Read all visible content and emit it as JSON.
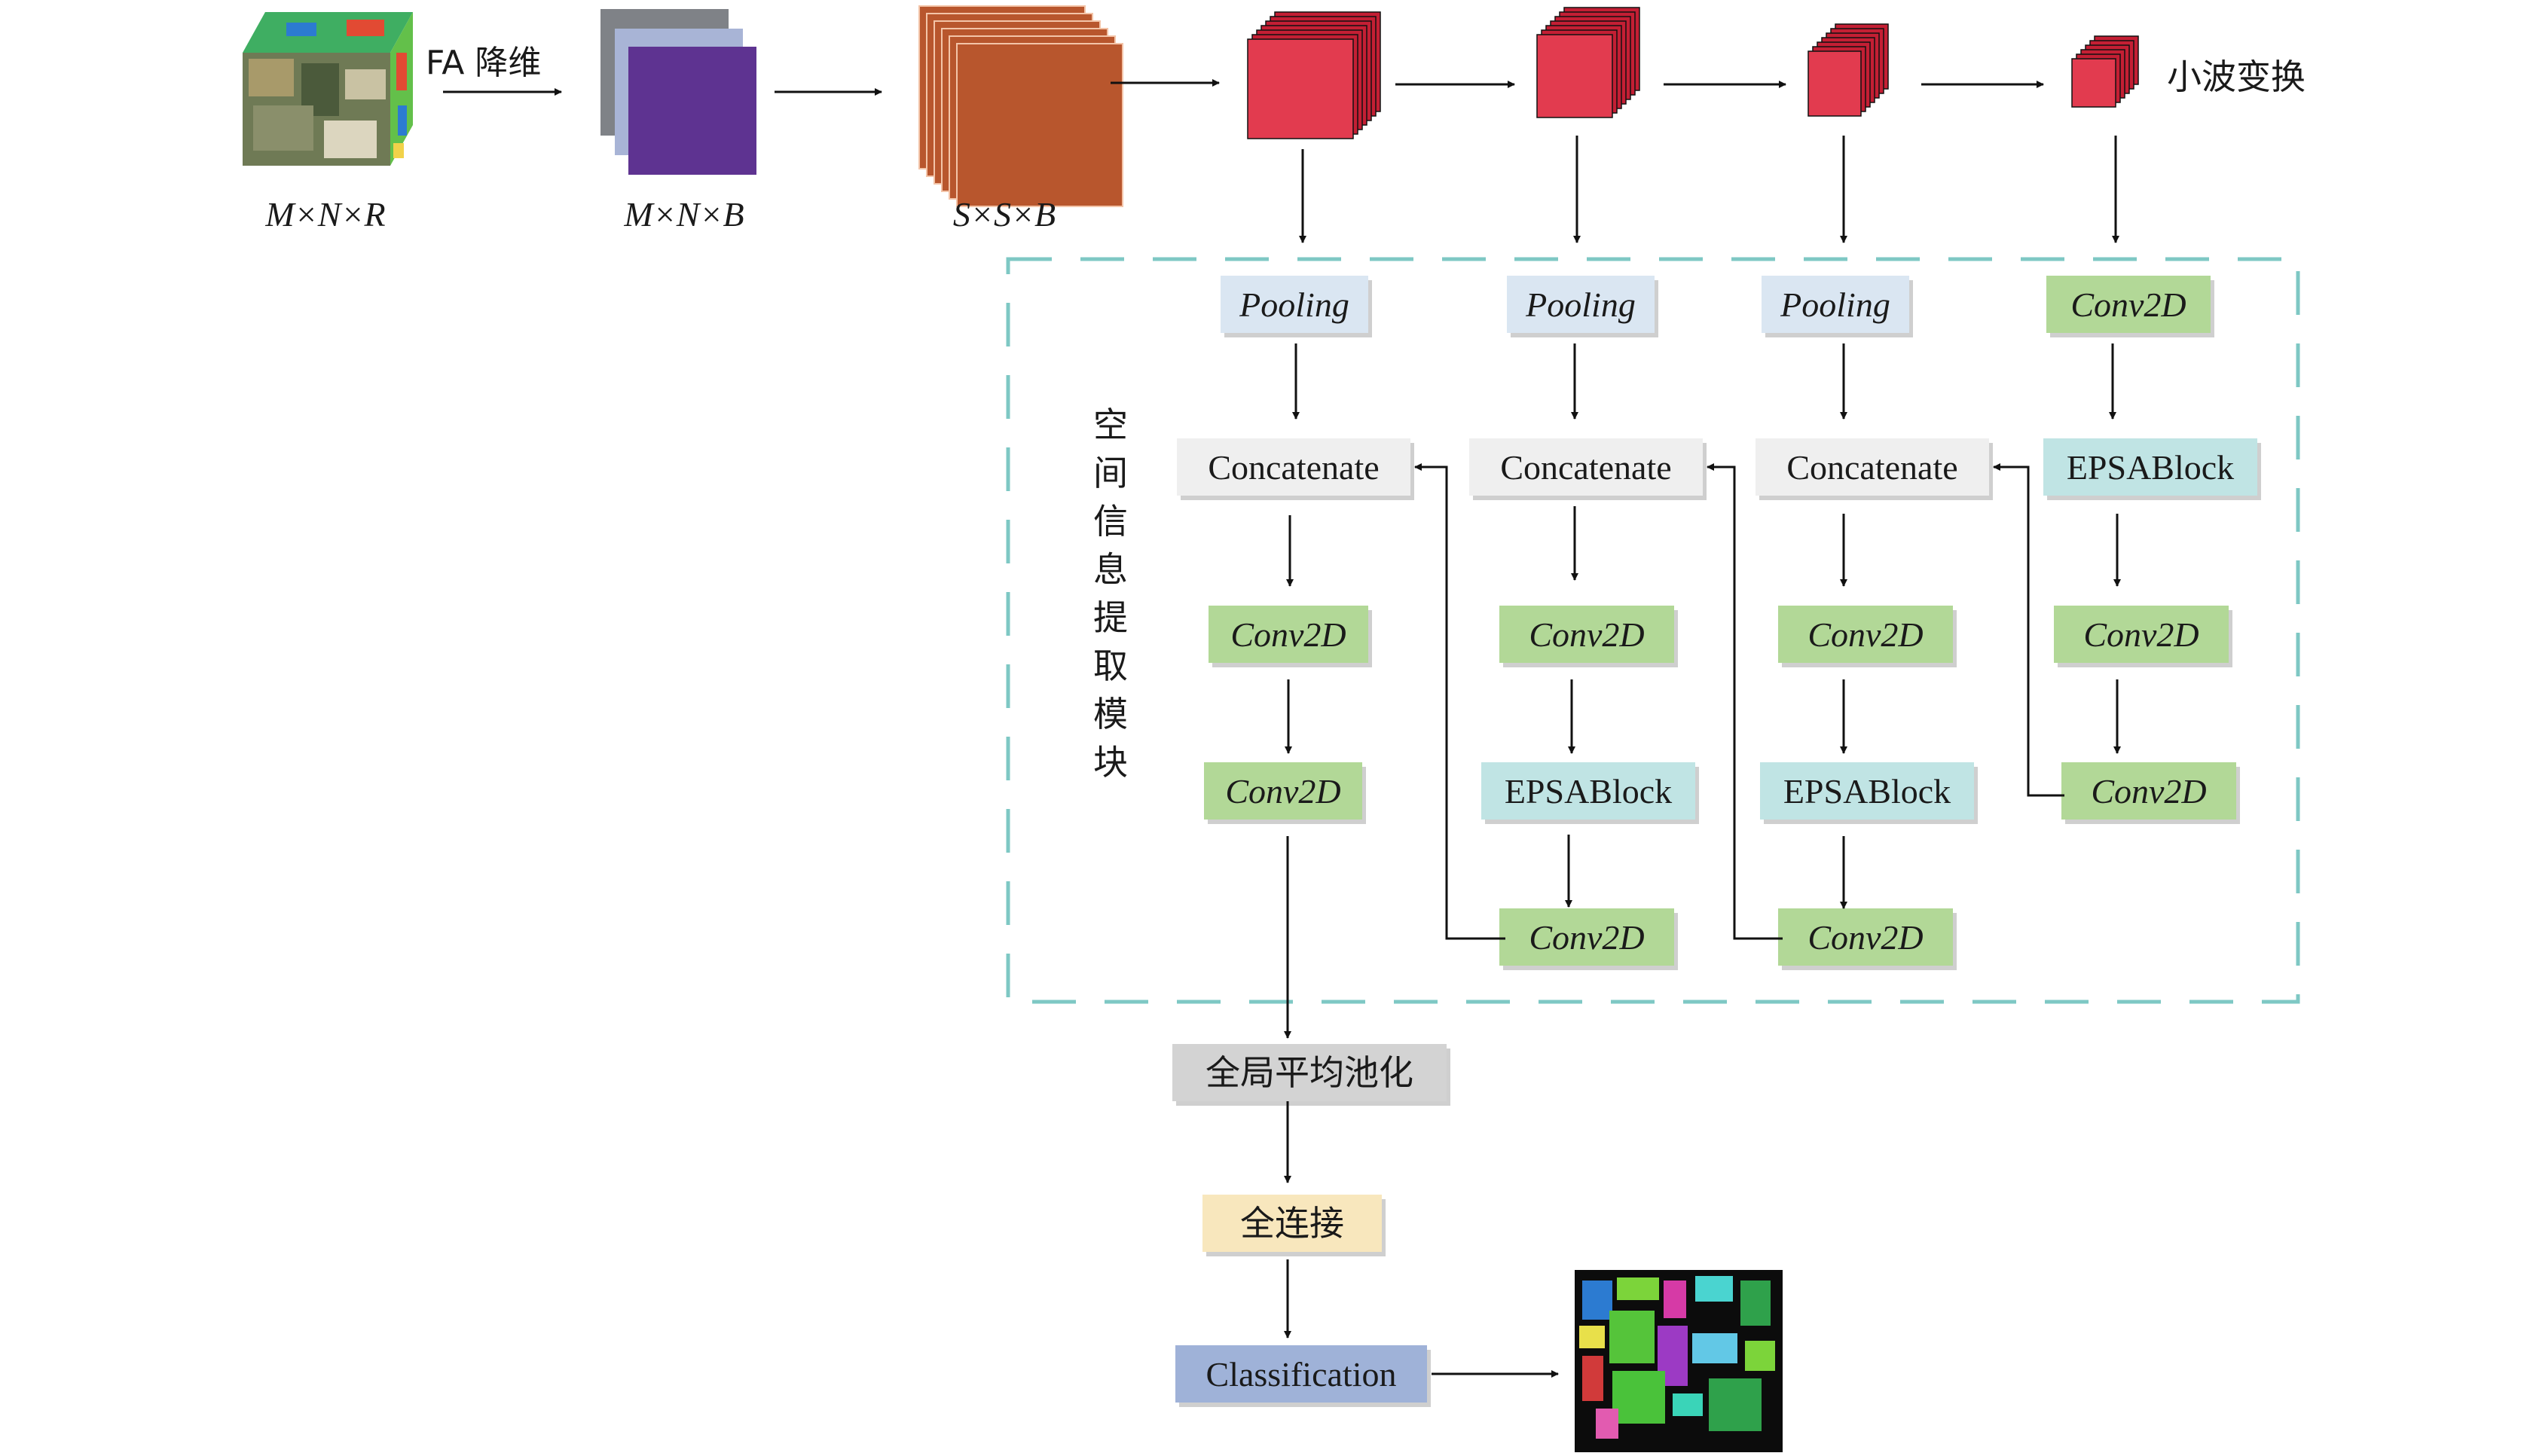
{
  "colors": {
    "pooling_box": "#dae6f2",
    "conv_box": "#b2d897",
    "epsa_box": "#c0e4e4",
    "concat_box": "#efefef",
    "gap_box": "#d3d3d3",
    "fc_box": "#f8e7bd",
    "cls_box": "#9fb2d8",
    "cube_red": "#e23b4f",
    "cube_orange": "#b8562d",
    "pca_purple": "#5e3391",
    "dash_border": "#7ec8c4"
  },
  "top_row": {
    "step1_label": "FA 降维",
    "dims": [
      "M×N×R",
      "M×N×B",
      "S×S×B"
    ],
    "wavelet_label": "小波变换"
  },
  "module_title_chars": [
    "空",
    "间",
    "信",
    "息",
    "提",
    "取",
    "模",
    "块"
  ],
  "columns": [
    {
      "head": "Pooling",
      "rows": [
        "Concatenate",
        "Conv2D",
        "Conv2D"
      ]
    },
    {
      "head": "Pooling",
      "rows": [
        "Concatenate",
        "Conv2D",
        "EPSABlock",
        "Conv2D"
      ]
    },
    {
      "head": "Pooling",
      "rows": [
        "Concatenate",
        "Conv2D",
        "EPSABlock",
        "Conv2D"
      ]
    },
    {
      "head": "Conv2D",
      "rows": [
        "EPSABlock",
        "Conv2D",
        "Conv2D"
      ]
    }
  ],
  "bottom": {
    "gap": "全局平均池化",
    "fc": "全连接",
    "cls": "Classification"
  },
  "icons": [
    "hyperspectral-cube-icon",
    "classification-map-icon"
  ]
}
